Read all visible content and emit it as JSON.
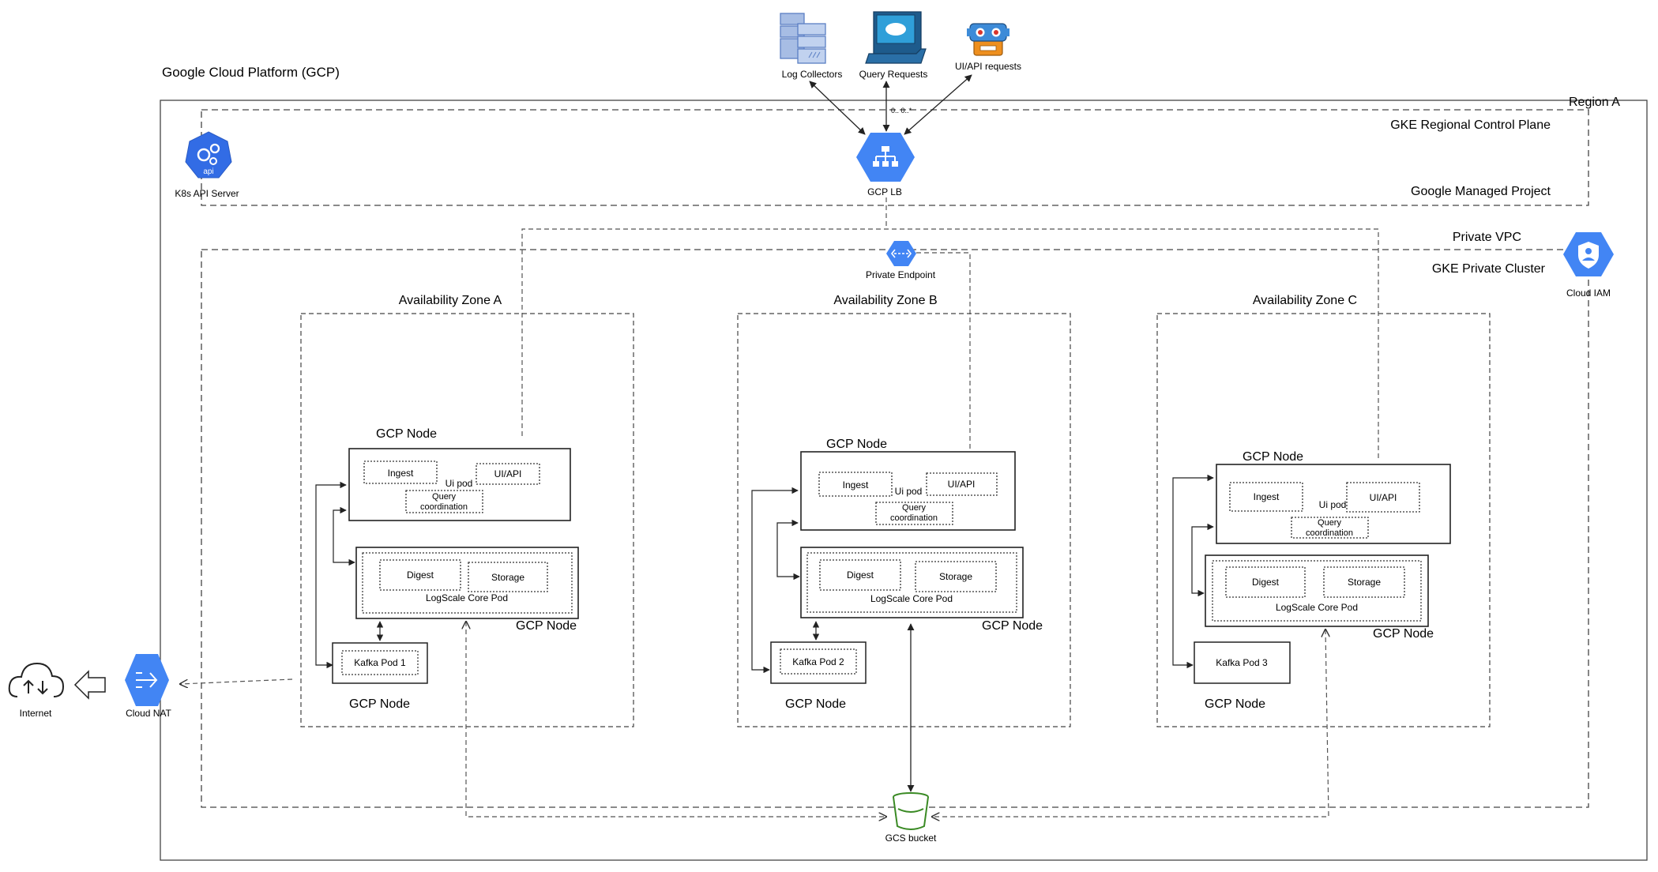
{
  "title": "Google Cloud Platform (GCP)",
  "regions": {
    "region": "Region A",
    "control_plane": "GKE Regional Control Plane",
    "managed_project": "Google Managed Project",
    "vpc": "Private VPC",
    "cluster": "GKE Private Cluster"
  },
  "clients": {
    "log_collectors": "Log Collectors",
    "query_requests": "Query Requests",
    "ui_api_requests": "UI/API requests",
    "port_text": "0.. 0..*"
  },
  "services": {
    "k8s_api": "K8s API Server",
    "lb": "GCP LB",
    "private_endpoint": "Private Endpoint",
    "cloud_iam": "Cloud IAM",
    "cloud_nat": "Cloud NAT",
    "internet": "Internet",
    "gcs": "GCS bucket",
    "api_badge": "api"
  },
  "zones": [
    {
      "name": "Availability Zone A",
      "node_label": "GCP Node",
      "kafka": "Kafka Pod 1"
    },
    {
      "name": "Availability Zone B",
      "node_label": "GCP Node",
      "kafka": "Kafka Pod 2"
    },
    {
      "name": "Availability Zone C",
      "node_label": "GCP Node",
      "kafka": "Kafka Pod 3"
    }
  ],
  "pods": {
    "ingest": "Ingest",
    "ui_api": "UI/API",
    "ui_pod": "Ui pod",
    "query_1": "Query",
    "query_2": "coordination",
    "digest": "Digest",
    "storage": "Storage",
    "core_pod": "LogScale Core Pod"
  },
  "colors": {
    "gcp_blue": "#4285f4",
    "gcp_blue_dark": "#3367d6",
    "gcs_green": "#34a853",
    "line": "#333333"
  }
}
